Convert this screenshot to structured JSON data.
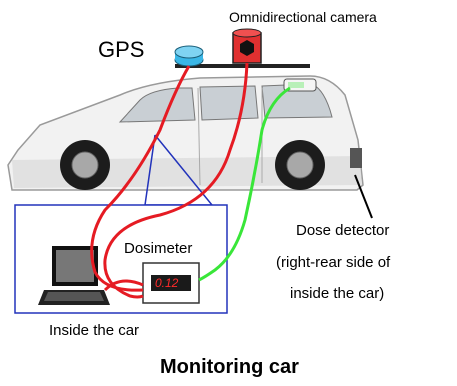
{
  "labels": {
    "gps": "GPS",
    "camera": "Omnidirectional camera",
    "dosimeter": "Dosimeter",
    "reading": "0.12",
    "dose_detector_line1": "Dose detector",
    "dose_detector_line2": "(right-rear side of",
    "dose_detector_line3": "inside the car)",
    "inside_car": "Inside the car",
    "title": "Monitoring car"
  },
  "colors": {
    "cable_red": "#e51b23",
    "cable_green": "#39e639",
    "gps_blue": "#39b6e6",
    "camera_red": "#e03030",
    "inset_border": "#2233bb",
    "car_body": "#f2f2f2",
    "display_red": "#ff2a2a"
  }
}
